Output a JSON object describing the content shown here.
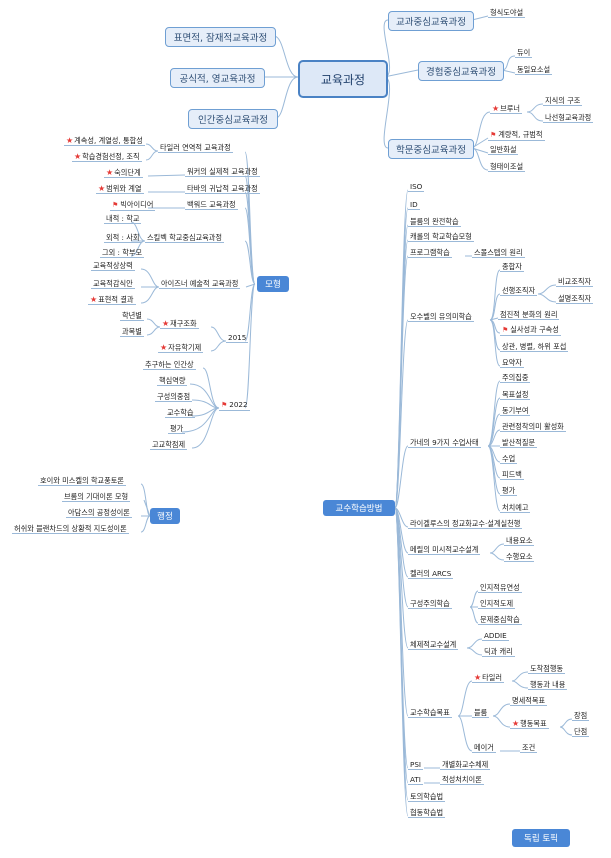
{
  "root": "교육과정",
  "left_boxes": [
    "표면적, 잠재적교육과정",
    "공식적, 영교육과정",
    "인간중심교육과정"
  ],
  "right_boxes": {
    "subject": "교과중심교육과정",
    "subject_child": "형식도야설",
    "experience": "경험중심교육과정",
    "experience_children": [
      "듀이",
      "동일요소설"
    ],
    "discipline": "학문중심교육과정",
    "bruner": "브루너",
    "bruner_children": [
      "지식의 구조",
      "나선형교육과정"
    ],
    "discipline_children": [
      "계량적, 규범적",
      "일반화설",
      "형태이조설"
    ]
  },
  "model": {
    "tag": "모형",
    "tyler": "타일러 연역적 교육과정",
    "tyler_children": [
      "계속성, 계열성, 통합성",
      "학습경험선정, 조직"
    ],
    "walker": "워커의 실제적 교육과정",
    "walker_child": "숙의단계",
    "taba": "타바의 귀납적 교육과정",
    "taba_child": "범위와 계열",
    "wiggins": "백워드 교육과정",
    "wiggins_child": "빅아이디어",
    "skilbeck": "스킬벡 학교중심교육과정",
    "skilbeck_children": [
      "내적 : 학교",
      "외적 : 사회",
      "그외 : 학부모"
    ],
    "eisner": "아이즈너 예술적 교육과정",
    "eisner_children": [
      "교육적상상력",
      "교육적감식안",
      "표현적 결과"
    ],
    "y2015": "2015",
    "y2015_children": [
      "재구조화",
      "자유학기제"
    ],
    "restructure_children": [
      "학년별",
      "과목별"
    ],
    "y2022": "2022",
    "y2022_children": [
      "추구하는 인간상",
      "핵심역량",
      "구성의중점",
      "교수학습",
      "평가",
      "고교학점제"
    ]
  },
  "admin": {
    "tag": "행정",
    "items": [
      "호이와 미스켈의 학교풍토론",
      "브롬의 기대이론 모형",
      "아담스의 공정성이론",
      "허쉬와 블랜차드의 상황적 지도성이론"
    ]
  },
  "teaching": {
    "tag": "교수학습방법",
    "top": [
      "ISO",
      "ID",
      "블룸의 완전학습",
      "캐롤의 학교학습모형",
      "프로그램학습"
    ],
    "program_child": "스몰스텝의 원리",
    "ausubel": "오수벨의 유의미학습",
    "ausubel_children": [
      "종합자",
      "선행조직자",
      "점진적 분화의 원리",
      "실사성과 구속성",
      "상관, 병렬, 하위 포섭",
      "요약자"
    ],
    "organizer_children": [
      "비교조직자",
      "설명조직자"
    ],
    "gagne": "가네의 9가지 수업사태",
    "gagne_children": [
      "주의집중",
      "목표설정",
      "동기부여",
      "관련정착의미 활성화",
      "발산적질문",
      "수업",
      "피드백",
      "평가",
      "처치예고"
    ],
    "reigeluth": "라이겔루스의 정교화교수·설계실천행",
    "merrill": "메릴의 미시적교수설계",
    "merrill_children": [
      "내용요소",
      "수행요소"
    ],
    "keller": "켈러의 ARCS",
    "constructivism": "구성주의학습",
    "constructivism_children": [
      "인지적유연성",
      "인지적도제",
      "문제중심학습"
    ],
    "systematic": "체제적교수설계",
    "systematic_children": [
      "ADDIE",
      "딕과 캐리"
    ],
    "objectives": "교수학습목표",
    "tyler2": "타일러",
    "tyler2_children": [
      "도착점행동",
      "행동과 내용"
    ],
    "bloom": "블룸",
    "bloom_children": [
      "명세적목표",
      "행동목표"
    ],
    "behavior_children": [
      "장점",
      "단점"
    ],
    "mager": "메이거",
    "mager_child": "조건",
    "psi": "PSI",
    "psi_child": "개별화교수체제",
    "ati": "ATI",
    "ati_child": "적성처치이론",
    "bottom": [
      "토의학습법",
      "협동학습법"
    ]
  },
  "footer_tag": "독립 토픽",
  "colors": {
    "line": "#9bb9d8",
    "accent": "#4a87d6",
    "marker": "#e53935"
  }
}
